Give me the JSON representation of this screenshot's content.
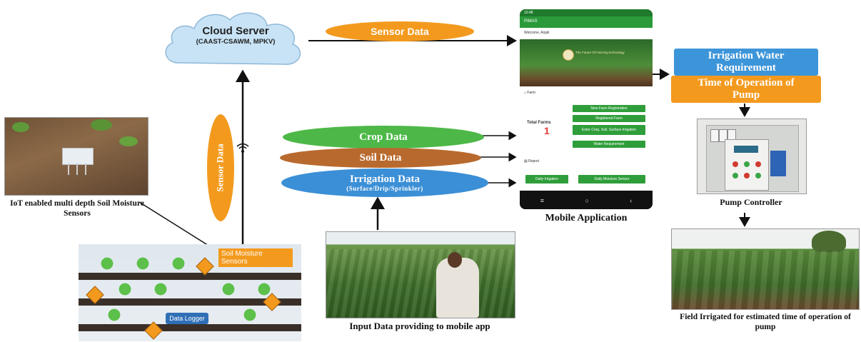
{
  "cloud": {
    "title": "Cloud Server",
    "subtitle": "(CAAST-CSAWM, MPKV)"
  },
  "sensor_data_top": "Sensor Data",
  "sensor_data_vertical": "Sensor Data",
  "crop_data": "Crop Data",
  "soil_data": "Soil Data",
  "irrigation_data": {
    "title": "Irrigation Data",
    "subtitle": "(Surface/Drip/Sprinkler)"
  },
  "sensor_photo_caption": "IoT enabled multi depth Soil Moisture Sensors",
  "field_labels": {
    "soil_moisture_sensors": "Soil Moisture Sensors",
    "data_logger": "Data Logger"
  },
  "input_caption": "Input Data providing to mobile app",
  "mobile": {
    "caption": "Mobile Application",
    "status_time": "10:48",
    "app_title": "PIMAS",
    "welcome": "Welcome, Anjali",
    "banner_text": "The Future Of Farming technology",
    "farm_tab": "Farm",
    "total_farms_label": "Total Farms",
    "total_farms_value": "1",
    "buttons": [
      "New Farm Registration",
      "Registered Farm",
      "Enter Crop, Soil, Surface Irrigation",
      "Water Requirement"
    ],
    "report_tab": "Report",
    "bottom_buttons": [
      "Daily Irrigation",
      "Daily Moisture Sensor"
    ]
  },
  "irrigation_water_requirement": "Irrigation Water Requirement",
  "time_of_operation": "Time of Operation of Pump",
  "pump_caption": "Pump Controller",
  "field_caption": "Field Irrigated for estimated time of operation of pump",
  "colors": {
    "orange": "#f39a1e",
    "green": "#4db848",
    "brown": "#b86a2e",
    "blue": "#3b8fd6",
    "cloud": "#c8e3f5",
    "req_blue": "#3d95d9"
  }
}
